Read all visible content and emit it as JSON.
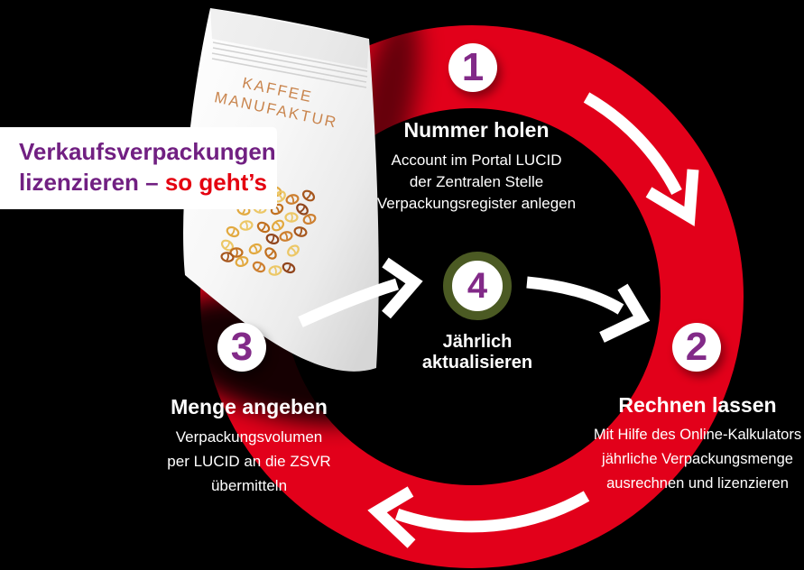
{
  "colors": {
    "background": "#000000",
    "ring_red": "#e2001a",
    "accent_red": "#e4000f",
    "purple": "#712082",
    "number_purple": "#822a88",
    "olive_green": "#4b5a23",
    "bag_brand_orange": "#c9854e"
  },
  "intro": {
    "line1": "Verkaufsverpackungen",
    "line2_prefix": "lizenzieren – ",
    "line2_accent": "so geht’s"
  },
  "package_bag": {
    "brand_line1": "KAFFEE",
    "brand_line2": "MANUFAKTUR",
    "bean_colors": [
      "#e2a93f",
      "#ecc766",
      "#cd7f2f",
      "#c1701f",
      "#a6561c",
      "#91451c"
    ]
  },
  "steps": [
    {
      "number": "1",
      "title": "Nummer holen",
      "description": "Account im Portal LUCID\nder Zentralen Stelle\nVerpackungsregister anlegen"
    },
    {
      "number": "2",
      "title": "Rechnen lassen",
      "description": "Mit Hilfe des Online-Kalkulators\njährliche Verpackungsmenge\nausrechnen und lizenzieren"
    },
    {
      "number": "3",
      "title": "Menge angeben",
      "description": "Verpackungsvolumen\nper LUCID an die ZSVR\nübermitteln"
    },
    {
      "number": "4",
      "title": "Jährlich\naktualisieren"
    }
  ]
}
